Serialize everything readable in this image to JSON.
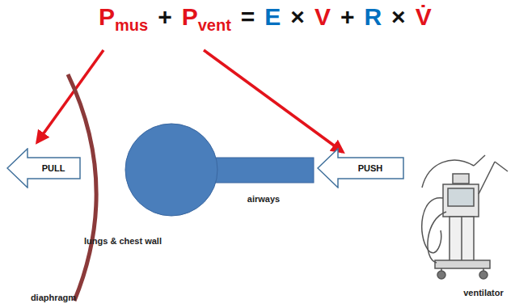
{
  "diagram": {
    "nodes": [
      {
        "text": [
          "PULL"
        ]
      },
      {
        "text": [
          "PUSH"
        ]
      }
    ],
    "labels": [
      "P",
      "mus",
      "+",
      "P",
      "vent",
      "=",
      "E",
      "×",
      "V",
      "+",
      "R",
      "×",
      "V̇",
      "airways",
      "lungs & chest wall",
      "diaphragm",
      "ventilator"
    ]
  }
}
